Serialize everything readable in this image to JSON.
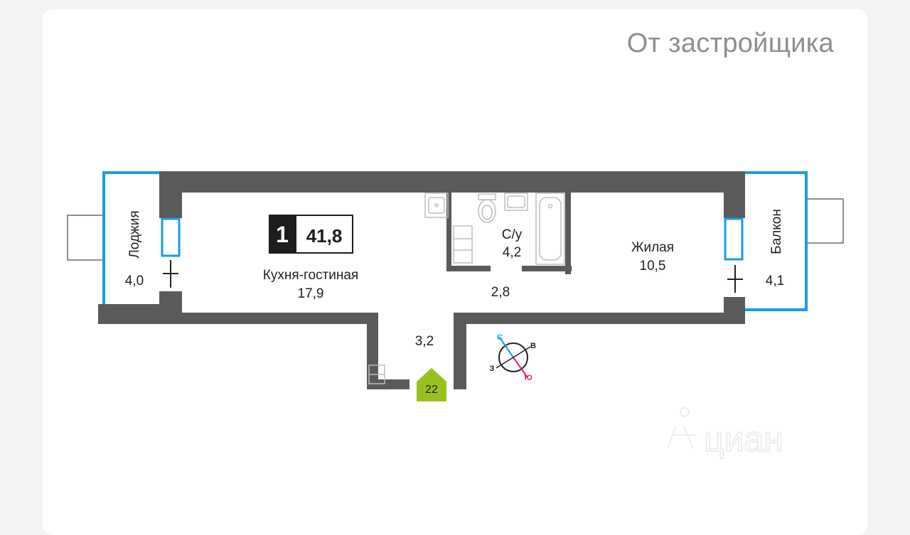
{
  "header": {
    "source": "От застройщика"
  },
  "apartment": {
    "rooms": "1",
    "total_area": "41,8",
    "floor_marker": "22"
  },
  "rooms": {
    "loggia": {
      "name": "Лоджия",
      "area": "4,0"
    },
    "kitchen": {
      "name": "Кухня-гостиная",
      "area": "17,9"
    },
    "bathroom": {
      "name": "С/у",
      "area": "4,2"
    },
    "living": {
      "name": "Жилая",
      "area": "10,5"
    },
    "balcony": {
      "name": "Балкон",
      "area": "4,1"
    },
    "corridor": {
      "area": "2,8"
    },
    "hall": {
      "area": "3,2"
    }
  },
  "compass": {
    "north": "С",
    "east": "В",
    "south": "Ю",
    "west": "З"
  },
  "watermark": {
    "text": "циан"
  },
  "colors": {
    "wall": "#5a5a5a",
    "outdoor_outline": "#1a9be6",
    "marker_green": "#97c11f",
    "badge_dark": "#1d1d1d",
    "compass_north": "#1a9be6",
    "compass_south": "#e3245c"
  }
}
